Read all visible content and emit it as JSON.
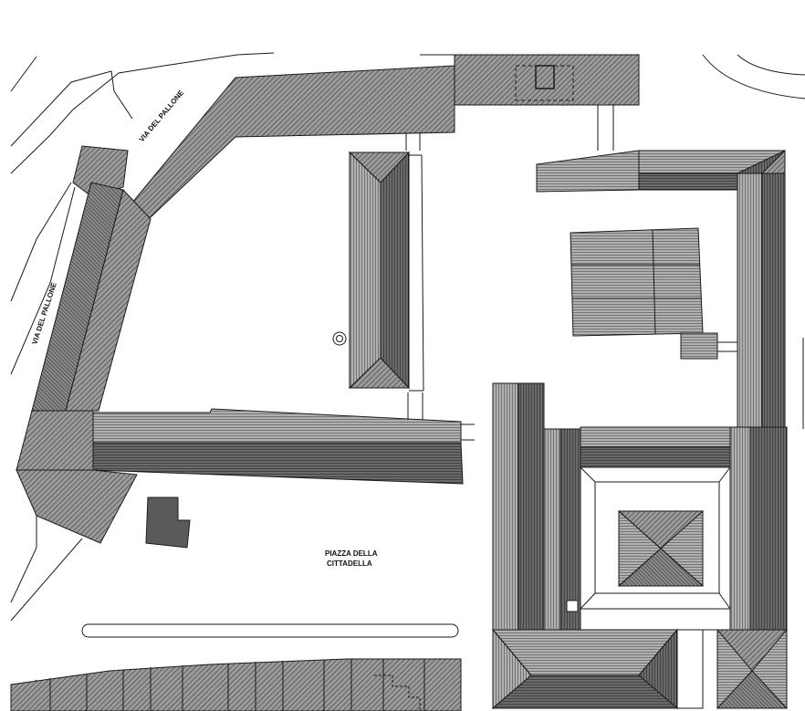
{
  "labels": {
    "via_del_pallone_top": "VIA DEL PALLONE",
    "via_del_pallone_left": "VIA DEL PALLONE",
    "piazza_line1": "PIAZZA DELLA",
    "piazza_line2": "CITTADELLA"
  },
  "colors": {
    "roof_dark": "#5a5a5a",
    "roof_mid": "#8a8a8a",
    "roof_light": "#b4b4b4",
    "line": "#1a1a1a",
    "background": "#ffffff"
  }
}
